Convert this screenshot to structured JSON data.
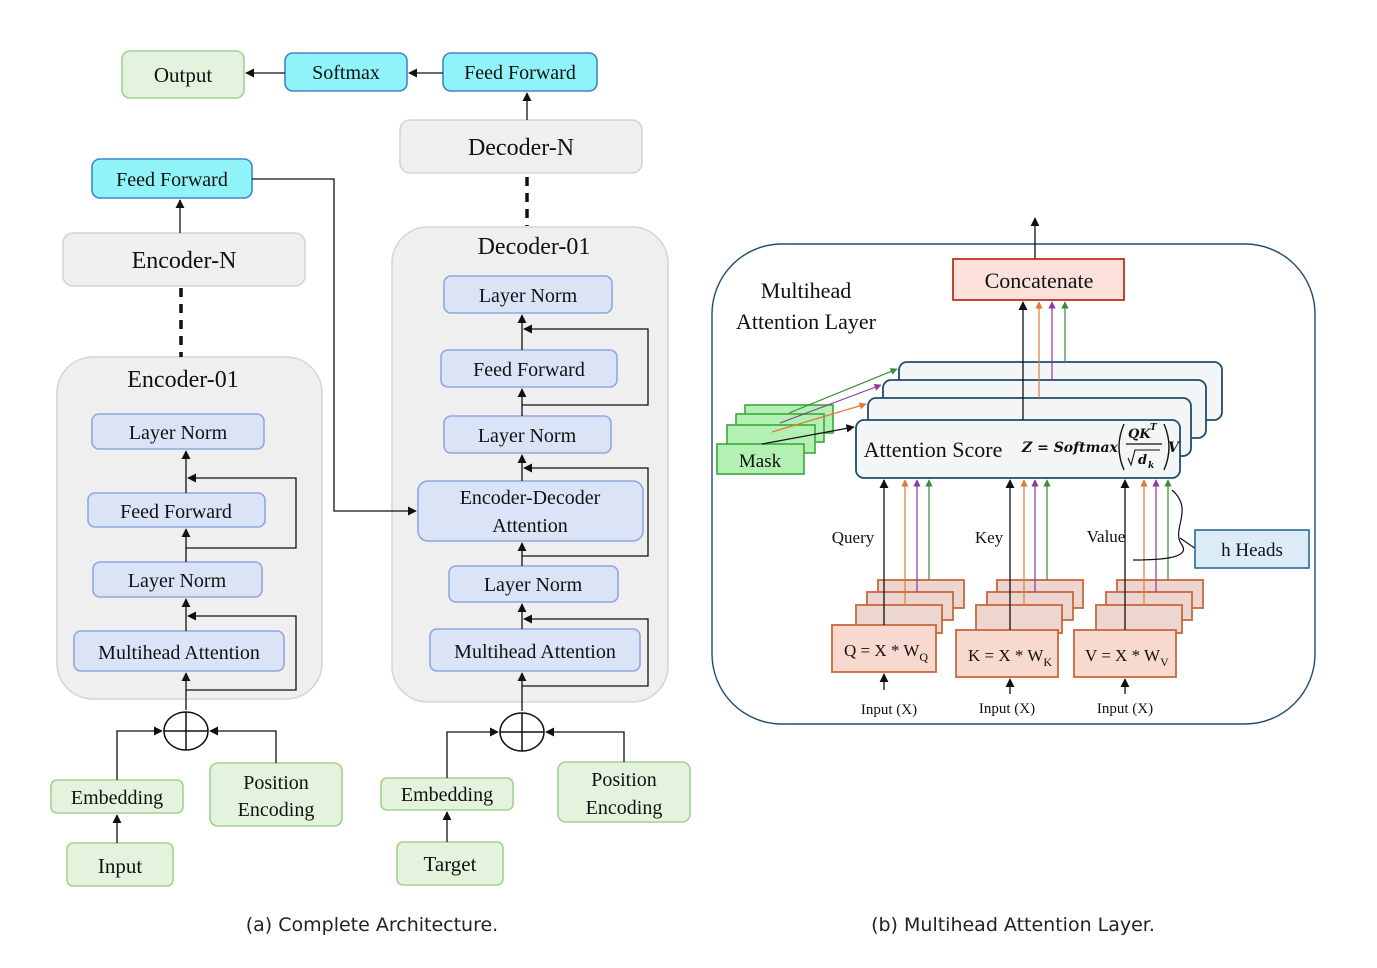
{
  "part_a": {
    "caption": "(a)  Complete Architecture.",
    "output": "Output",
    "softmax": "Softmax",
    "decoder_out_ff": "Feed Forward",
    "decoder_n": "Decoder-N",
    "encoder_out_ff": "Feed Forward",
    "encoder_n": "Encoder-N",
    "encoder": {
      "title": "Encoder-01",
      "layer_norm_top": "Layer Norm",
      "feed_forward": "Feed Forward",
      "layer_norm_mid": "Layer Norm",
      "multihead": "Multihead Attention"
    },
    "decoder": {
      "title": "Decoder-01",
      "layer_norm_top": "Layer Norm",
      "feed_forward": "Feed Forward",
      "layer_norm_2": "Layer Norm",
      "enc_dec_line1": "Encoder-Decoder",
      "enc_dec_line2": "Attention",
      "layer_norm_3": "Layer Norm",
      "multihead": "Multihead Attention"
    },
    "enc_inputs": {
      "embedding": "Embedding",
      "pos_line1": "Position",
      "pos_line2": "Encoding",
      "input": "Input"
    },
    "dec_inputs": {
      "embedding": "Embedding",
      "pos_line1": "Position",
      "pos_line2": "Encoding",
      "target": "Target"
    }
  },
  "part_b": {
    "caption": "(b) Multihead Attention Layer.",
    "title_line1": "Multihead",
    "title_line2": "Attention Layer",
    "concatenate": "Concatenate",
    "attention_score": "Attention Score",
    "equation": {
      "lhs": "Z = Softmax",
      "numerator": "QK",
      "numerator_sup": "T",
      "denominator": "d",
      "denominator_sub": "k",
      "tail": "V"
    },
    "mask": "Mask",
    "query": "Query",
    "key": "Key",
    "value": "Value",
    "h_heads": "h Heads",
    "q_formula": "Q = X * W",
    "q_sub": "Q",
    "k_formula": "K = X * W",
    "k_sub": "K",
    "v_formula": "V = X * W",
    "v_sub": "V",
    "input_q": "Input (X)",
    "input_k": "Input (X)",
    "input_v": "Input (X)"
  },
  "colors": {
    "blue_box": "#dbe3f7",
    "green_box": "#e3f3dd",
    "cyan_box": "#8ff3f8",
    "head_orange": "#e07a3a",
    "head_purple": "#8a3aa0",
    "head_green": "#3a8a3a"
  }
}
